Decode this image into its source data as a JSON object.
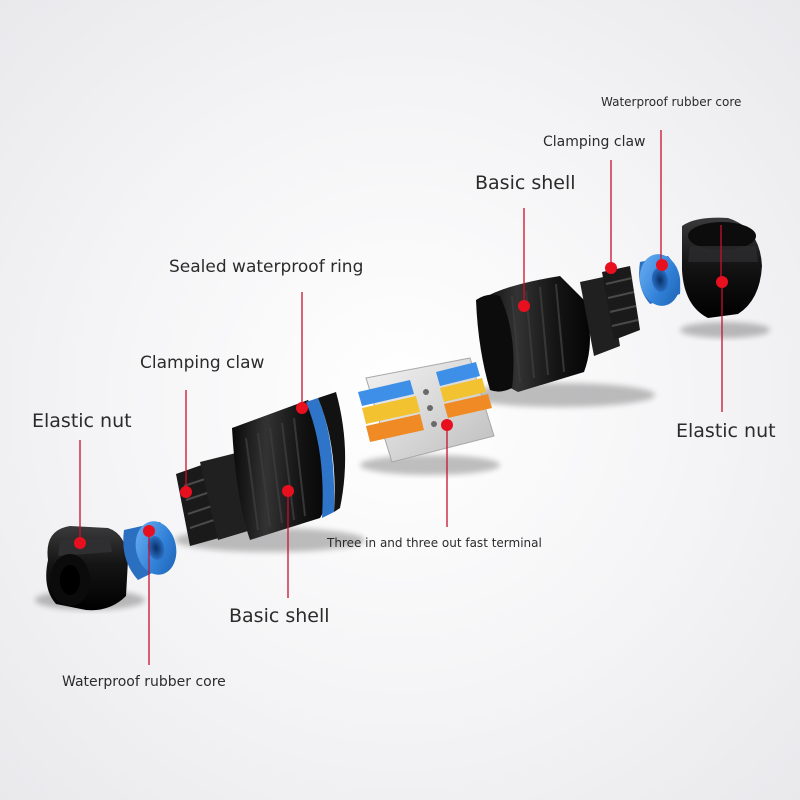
{
  "header": {
    "caption": ""
  },
  "labels": {
    "waterproof_rubber_core_right": "Waterproof rubber core",
    "clamping_claw_right": "Clamping claw",
    "basic_shell_right": "Basic shell",
    "sealed_waterproof_ring": "Sealed waterproof ring",
    "clamping_claw_left": "Clamping claw",
    "elastic_nut_left": "Elastic nut",
    "elastic_nut_right": "Elastic nut",
    "three_in_three_out": "Three in and three out fast terminal",
    "basic_shell_left": "Basic shell",
    "waterproof_rubber_core_left": "Waterproof rubber core"
  },
  "colors": {
    "marker": "#e8101f",
    "leader_line": "#c8102e",
    "rubber_core": "#3c8fe0",
    "shell": "#1d1d1f",
    "lever_blue": "#3d8fe8",
    "lever_yellow": "#f2c230",
    "lever_orange": "#f08a24",
    "terminal_body": "#dcdcdc"
  }
}
